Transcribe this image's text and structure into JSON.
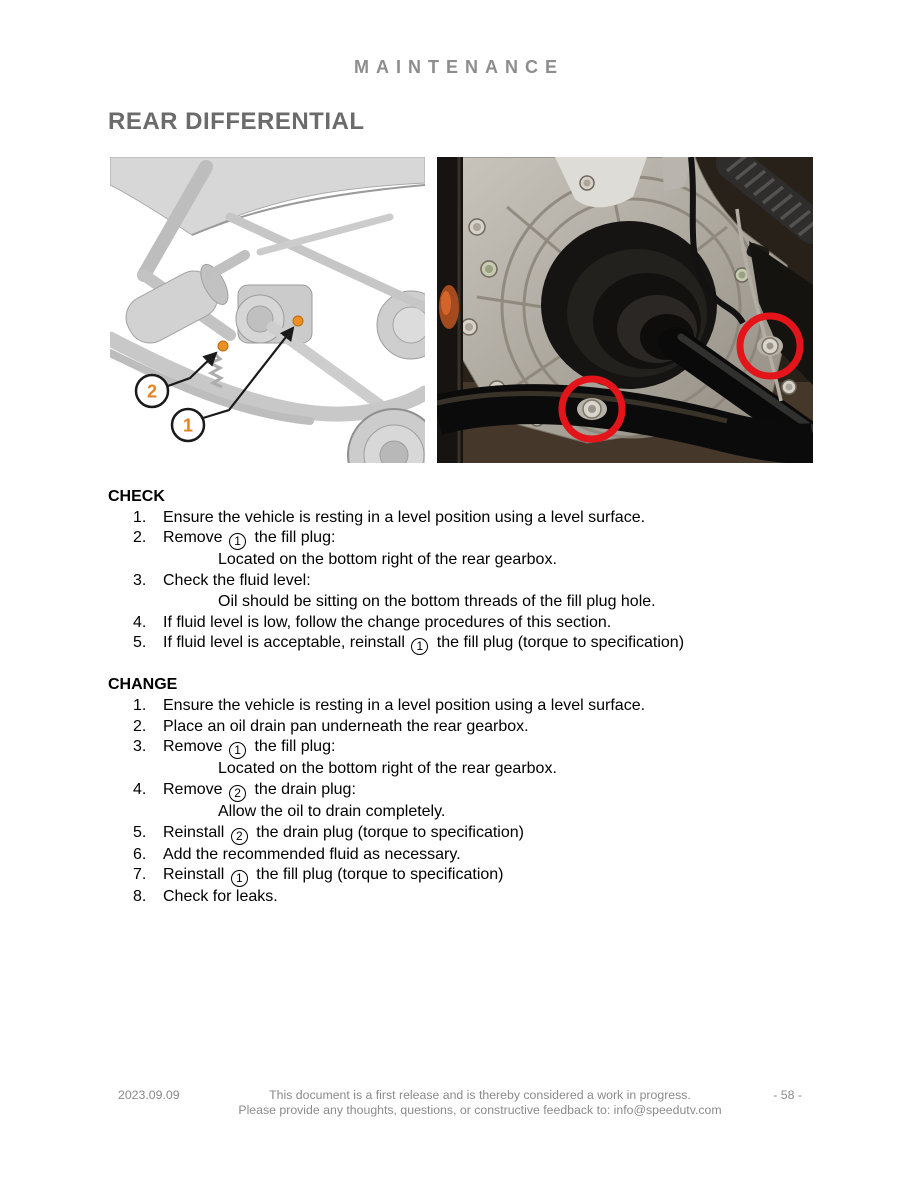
{
  "header": {
    "label": "MAINTENANCE"
  },
  "title": {
    "label": "REAR DIFFERENTIAL"
  },
  "figures": {
    "diagram": {
      "callout_1": "1",
      "callout_2": "2",
      "accent_color": "#e8821e",
      "plug_color": "#ec9023"
    },
    "photo": {
      "highlight_color": "#e4151a"
    }
  },
  "sections": [
    {
      "heading": "CHECK",
      "items": [
        {
          "num": "1.",
          "parts": [
            [
              "t",
              "Ensure the vehicle is resting in a level position using a level surface."
            ]
          ]
        },
        {
          "num": "2.",
          "parts": [
            [
              "t",
              "Remove "
            ],
            [
              "c",
              "1"
            ],
            [
              "t",
              " the fill plug:"
            ]
          ],
          "sub": [
            "Located on the bottom right of the rear gearbox."
          ]
        },
        {
          "num": "3.",
          "parts": [
            [
              "t",
              "Check the fluid level:"
            ]
          ],
          "sub": [
            "Oil should be sitting on the bottom threads of the fill plug hole."
          ]
        },
        {
          "num": "4.",
          "parts": [
            [
              "t",
              "If fluid level is low, follow the change procedures of this section."
            ]
          ]
        },
        {
          "num": "5.",
          "parts": [
            [
              "t",
              "If fluid level is acceptable, reinstall "
            ],
            [
              "c",
              "1"
            ],
            [
              "t",
              " the fill plug (torque to specification)"
            ]
          ]
        }
      ]
    },
    {
      "heading": "CHANGE",
      "items": [
        {
          "num": "1.",
          "parts": [
            [
              "t",
              "Ensure the vehicle is resting in a level position using a level surface."
            ]
          ]
        },
        {
          "num": "2.",
          "parts": [
            [
              "t",
              "Place an oil drain pan underneath the rear gearbox."
            ]
          ]
        },
        {
          "num": "3.",
          "parts": [
            [
              "t",
              "Remove "
            ],
            [
              "c",
              "1"
            ],
            [
              "t",
              " the fill plug:"
            ]
          ],
          "sub": [
            "Located on the bottom right of the rear gearbox."
          ]
        },
        {
          "num": "4.",
          "parts": [
            [
              "t",
              "Remove "
            ],
            [
              "c",
              "2"
            ],
            [
              "t",
              " the drain plug:"
            ]
          ],
          "sub": [
            "Allow the oil to drain completely."
          ]
        },
        {
          "num": "5.",
          "parts": [
            [
              "t",
              "Reinstall "
            ],
            [
              "c",
              "2"
            ],
            [
              "t",
              " the drain plug (torque to specification)"
            ]
          ]
        },
        {
          "num": "6.",
          "parts": [
            [
              "t",
              "Add the recommended fluid as necessary."
            ]
          ]
        },
        {
          "num": "7.",
          "parts": [
            [
              "t",
              "Reinstall "
            ],
            [
              "c",
              "1"
            ],
            [
              "t",
              " the fill plug (torque to specification)"
            ]
          ]
        },
        {
          "num": "8.",
          "parts": [
            [
              "t",
              "Check for leaks."
            ]
          ]
        }
      ]
    }
  ],
  "footer": {
    "date": "2023.09.09",
    "note_line1": "This document is a first release and is thereby considered a work in progress.",
    "note_line2": "Please provide any thoughts, questions, or constructive feedback to: info@speedutv.com",
    "page_number": "- 58 -"
  }
}
